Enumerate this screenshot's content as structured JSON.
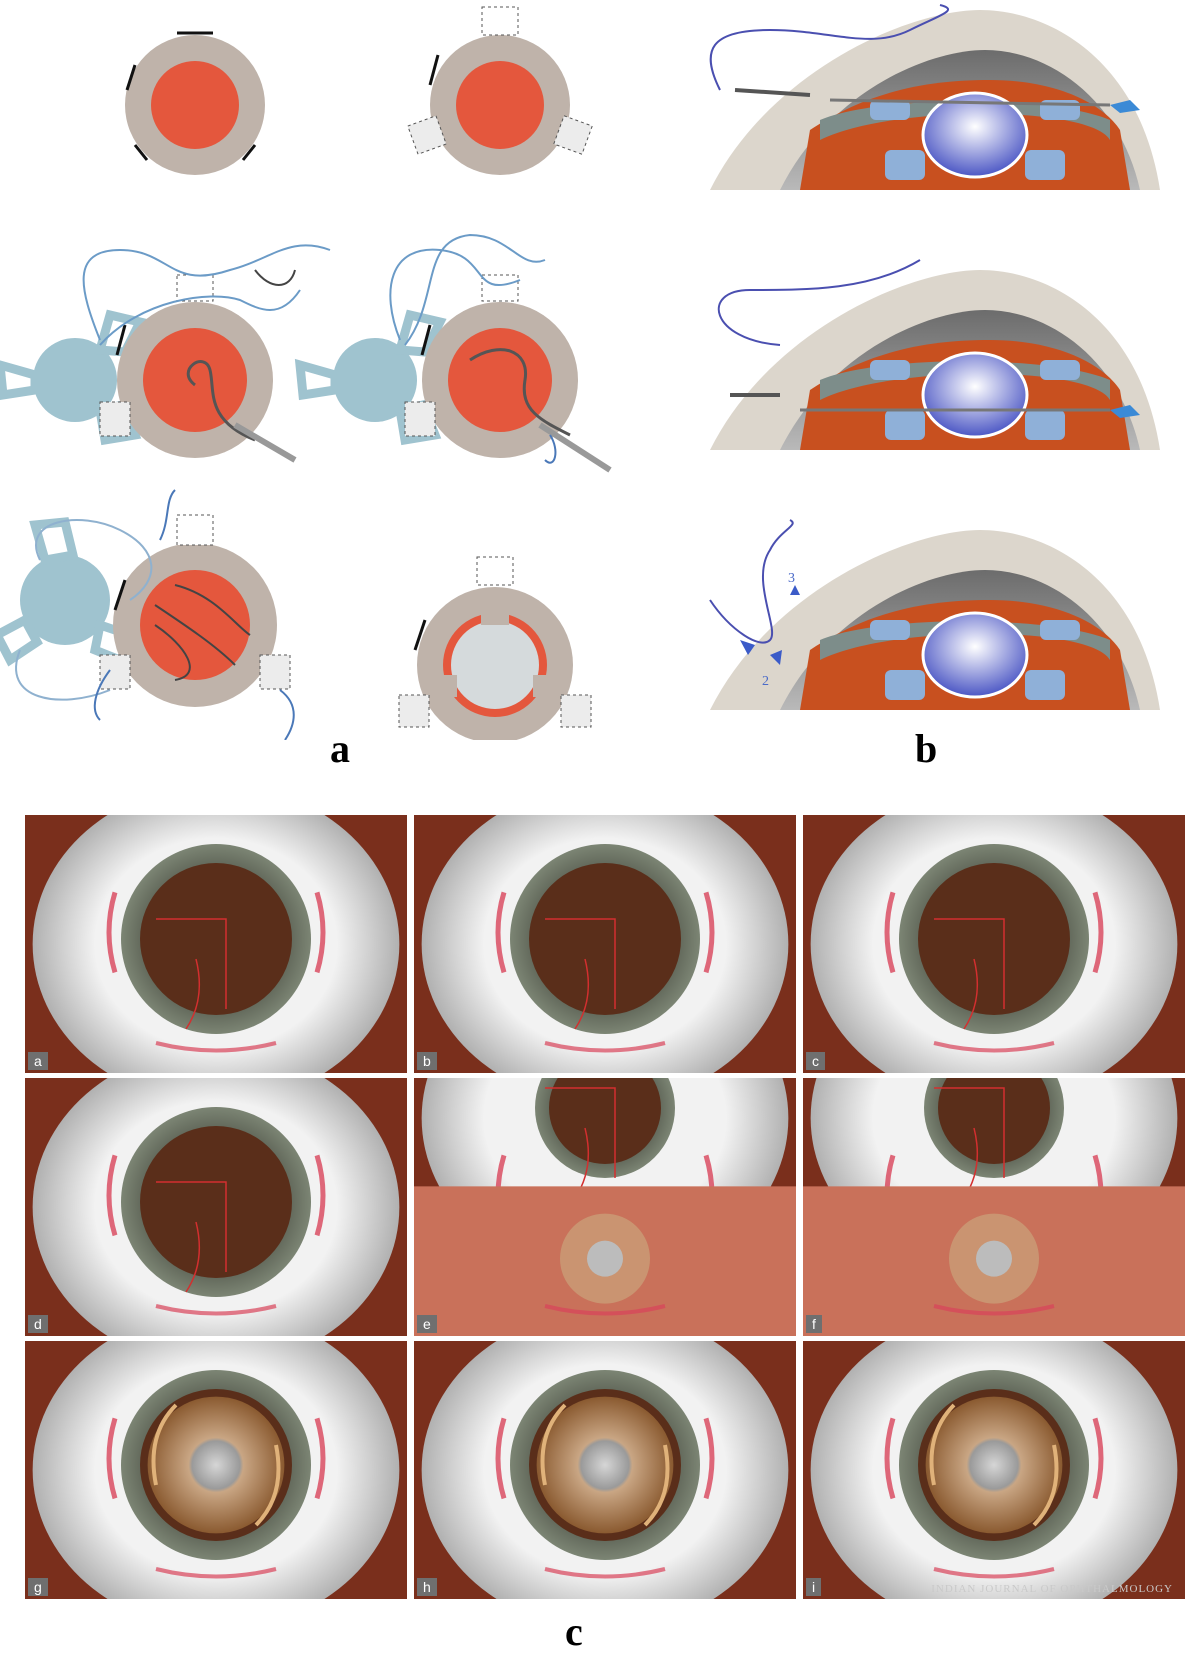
{
  "figure": {
    "panel_labels": {
      "a": "a",
      "b": "b",
      "c": "c"
    },
    "b_annotations": {
      "step_3": "3",
      "step_2": "2"
    },
    "c_tiles": [
      {
        "label": "a"
      },
      {
        "label": "b"
      },
      {
        "label": "c"
      },
      {
        "label": "d"
      },
      {
        "label": "e"
      },
      {
        "label": "f"
      },
      {
        "label": "g"
      },
      {
        "label": "h"
      },
      {
        "label": "i"
      }
    ],
    "watermark": "INDIAN JOURNAL OF OPHTHALMOLOGY"
  },
  "colors": {
    "sclera_ring": "#bfb3aa",
    "pupil": "#e4573d",
    "iol_blue": "#9fc3cf",
    "suture": "#4a78b8",
    "eye_brown": "#5a2e1a",
    "iris_grey": "#5f6457"
  }
}
